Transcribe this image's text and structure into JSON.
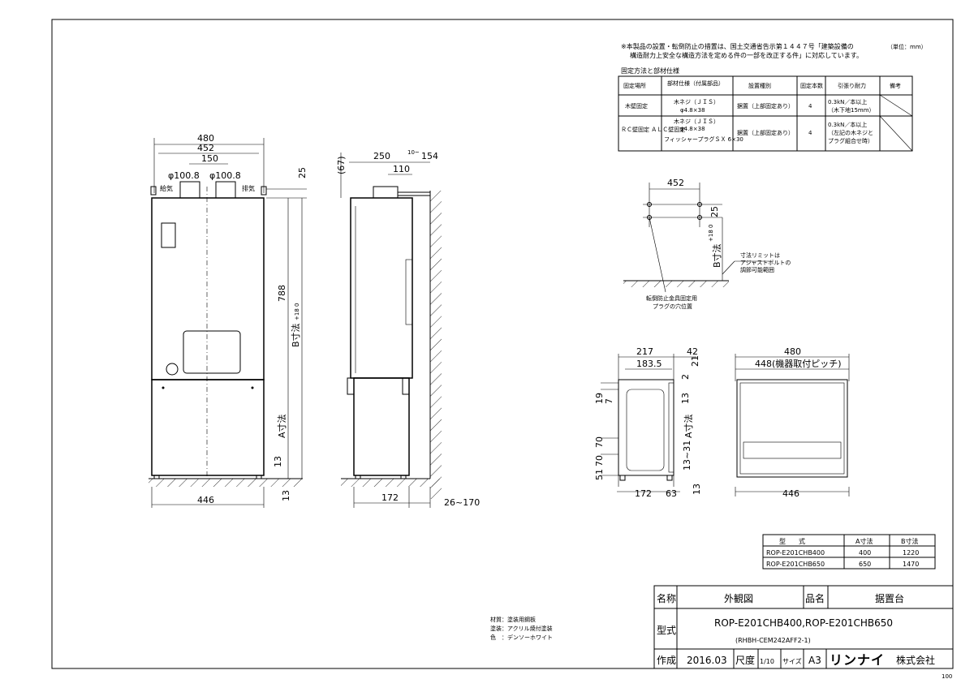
{
  "notes": {
    "line1": "※本製品の設置・転倒防止の措置は、国土交通省告示第１４４７号「建築設備の",
    "line2": "構造耐力上安全な構造方法を定める件の一部を改正する件」に対応しています。",
    "unit": "（単位：mm）",
    "table_title": "固定方法と部材仕様"
  },
  "fix_table": {
    "headers": [
      "固定場所",
      "部材仕様（付属部品）",
      "設置種別",
      "固定本数",
      "引張り耐力",
      "備考"
    ],
    "rows": [
      {
        "place": "木壁固定",
        "member1": "木ネジ（ＪＩＳ）",
        "member2": "φ4.8×38",
        "member3": "",
        "type": "据置（上部固定あり）",
        "count": "4",
        "strength1": "0.3kN／本以上",
        "strength2": "（木下地15mm）",
        "strength3": ""
      },
      {
        "place": "ＲＣ壁固定 ＡＬＣ壁固定",
        "member1": "木ネジ（ＪＩＳ）",
        "member2": "φ4.8×38",
        "member3": "フィッシャープラグＳＸ 6×30",
        "type": "据置（上部固定あり）",
        "count": "4",
        "strength1": "0.3kN／本以上",
        "strength2": "（左記の木ネジと",
        "strength3": "プラグ組合せ時）"
      }
    ]
  },
  "front_view": {
    "w480": "480",
    "w452": "452",
    "w150": "150",
    "d1": "φ100.8",
    "d2": "φ100.8",
    "intake": "給気",
    "exhaust": "排気",
    "h25": "25",
    "h788": "788",
    "b_dim": "B寸法",
    "b_tol": "+18 0",
    "a_dim": "A寸法",
    "h13a": "13",
    "h13b": "13",
    "w446": "446"
  },
  "side_view": {
    "h67": "(67)",
    "w250": "250",
    "w10": "10~",
    "w154": "154",
    "w110": "110",
    "w172": "172",
    "w26_170": "26~170"
  },
  "wall_detail": {
    "w452": "452",
    "h25": "25",
    "b_dim": "B寸法",
    "b_tol": "+18 0",
    "limit1": "寸法リミットは",
    "limit2": "アジャストボルトの",
    "limit3": "調節可能範囲",
    "anchor1": "転倒防止金具固定用",
    "anchor2": "プラグの穴位置"
  },
  "base_side": {
    "w217": "217",
    "w183_5": "183.5",
    "w42": "42",
    "h21": "21",
    "h2": "2",
    "h19": "19",
    "h7": "7",
    "h13": "13",
    "a_dim": "A寸法",
    "v70a": "70",
    "v70b": "70",
    "v51": "51",
    "h13_31": "13~31",
    "h13b": "13",
    "w172": "172",
    "w63": "63"
  },
  "base_front": {
    "w480": "480",
    "w448": "448(機器取付ピッチ)",
    "w446": "446"
  },
  "model_table": {
    "headers": [
      "型　　式",
      "A寸法",
      "B寸法"
    ],
    "rows": [
      [
        "ROP-E201CHB400",
        "400",
        "1220"
      ],
      [
        "ROP-E201CHB650",
        "650",
        "1470"
      ]
    ]
  },
  "material": {
    "line1": "材質：塗装用鋼板",
    "line2": "塗装：アクリル焼付塗装",
    "line3": "色　：デンソーホワイト"
  },
  "title_block": {
    "name_label": "名称",
    "name_value": "外観図",
    "item_label": "品名",
    "item_value": "据置台",
    "model_label": "型式",
    "model_value1": "ROP-E201CHB400,ROP-E201CHB650",
    "model_value2": "(RHBH-CEM242AFF2-1)",
    "made_label": "作成",
    "made_value": "2016.03",
    "scale_label": "尺度",
    "scale_value": "1/10",
    "size_label": "サイズ",
    "size_value": "A3",
    "company_logo": "リンナイ",
    "company_suffix": "株式会社"
  },
  "page_no": "100"
}
